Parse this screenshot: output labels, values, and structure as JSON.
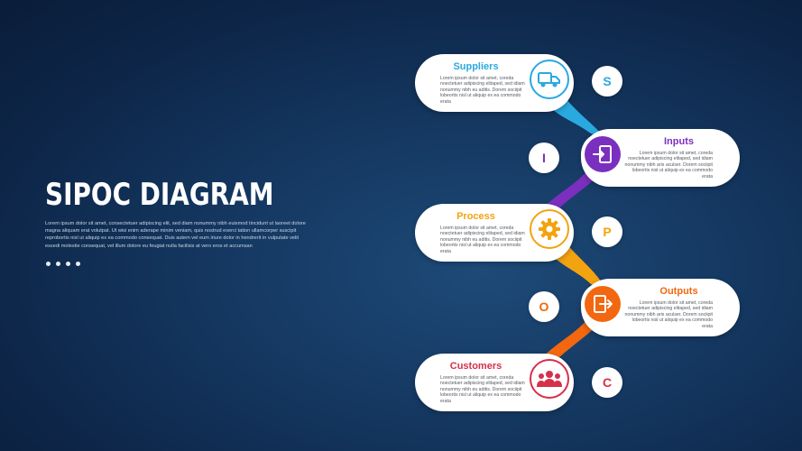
{
  "title": "SIPOC DIAGRAM",
  "description": "Lorem ipsum dolor sit amet, consectetuer adipiscing elit, sed diam nonummy nibh euismod tincidunt ut laoreet dolore magna aliquam erat volutpat. Ut wisi enim aderape minim veniam, quis nostrud exerci tation ullamcorper suscipit reprobortis nisl ut aliquip ex ea commodo consequat. Duis autem vel eum iriure dolor in hendrerit in vulputate velit essedi molestie consequat, vel illum dolore eu feugiat nulla facilisis at vero eros et accumsan",
  "colors": {
    "suppliers": "#29a9e0",
    "inputs": "#7b2fbe",
    "process": "#f2a30f",
    "outputs": "#f2670f",
    "customers": "#d6304b"
  },
  "steps": [
    {
      "key": "suppliers",
      "title": "Suppliers",
      "letter": "S",
      "icon": "delivery-truck-icon",
      "text": "Lorem ipsum dolor sit amet, coreda noectetuer adipiscing elitaped, sed idiam nonummy nibh eu aditis. Dorem sociipit lobeortis nisl ut aliquip ex ea commodo erata"
    },
    {
      "key": "inputs",
      "title": "Inputs",
      "letter": "I",
      "icon": "input-icon",
      "text": "Lorem ipsum dolor sit amet, coreda noectetuer adipiscing elitaped, sed idiam nonummy nibh aris aculser. Dorem sociipit lobeortis nisl ut aliquip ex ea commodo erata"
    },
    {
      "key": "process",
      "title": "Process",
      "letter": "P",
      "icon": "gear-icon",
      "text": "Lorem ipsum dolor sit amet, coreda noectetuer adipiscing elitaped, sed idiam nonummy nibh eu aditis. Dorem sociipit lobeortis nisl ut aliquip ex ea commodo erata"
    },
    {
      "key": "outputs",
      "title": "Outputs",
      "letter": "O",
      "icon": "output-icon",
      "text": "Lorem ipsum dolor sit amet, coreda noectetuer adipiscing elitaped, sed idiam nonummy nibh aris aculser. Dorem sociipit lobeortis nisl ut aliquip ex ea commodo erata"
    },
    {
      "key": "customers",
      "title": "Customers",
      "letter": "C",
      "icon": "customers-group-icon",
      "text": "Lorem ipsum dolor sit amet, coreda noectetuer adipiscing elitaped, sed idiam nonummy nibh eu aditis. Dorem sociipit lobeortis nisl ut aliquip ex ea commodo erata"
    }
  ]
}
